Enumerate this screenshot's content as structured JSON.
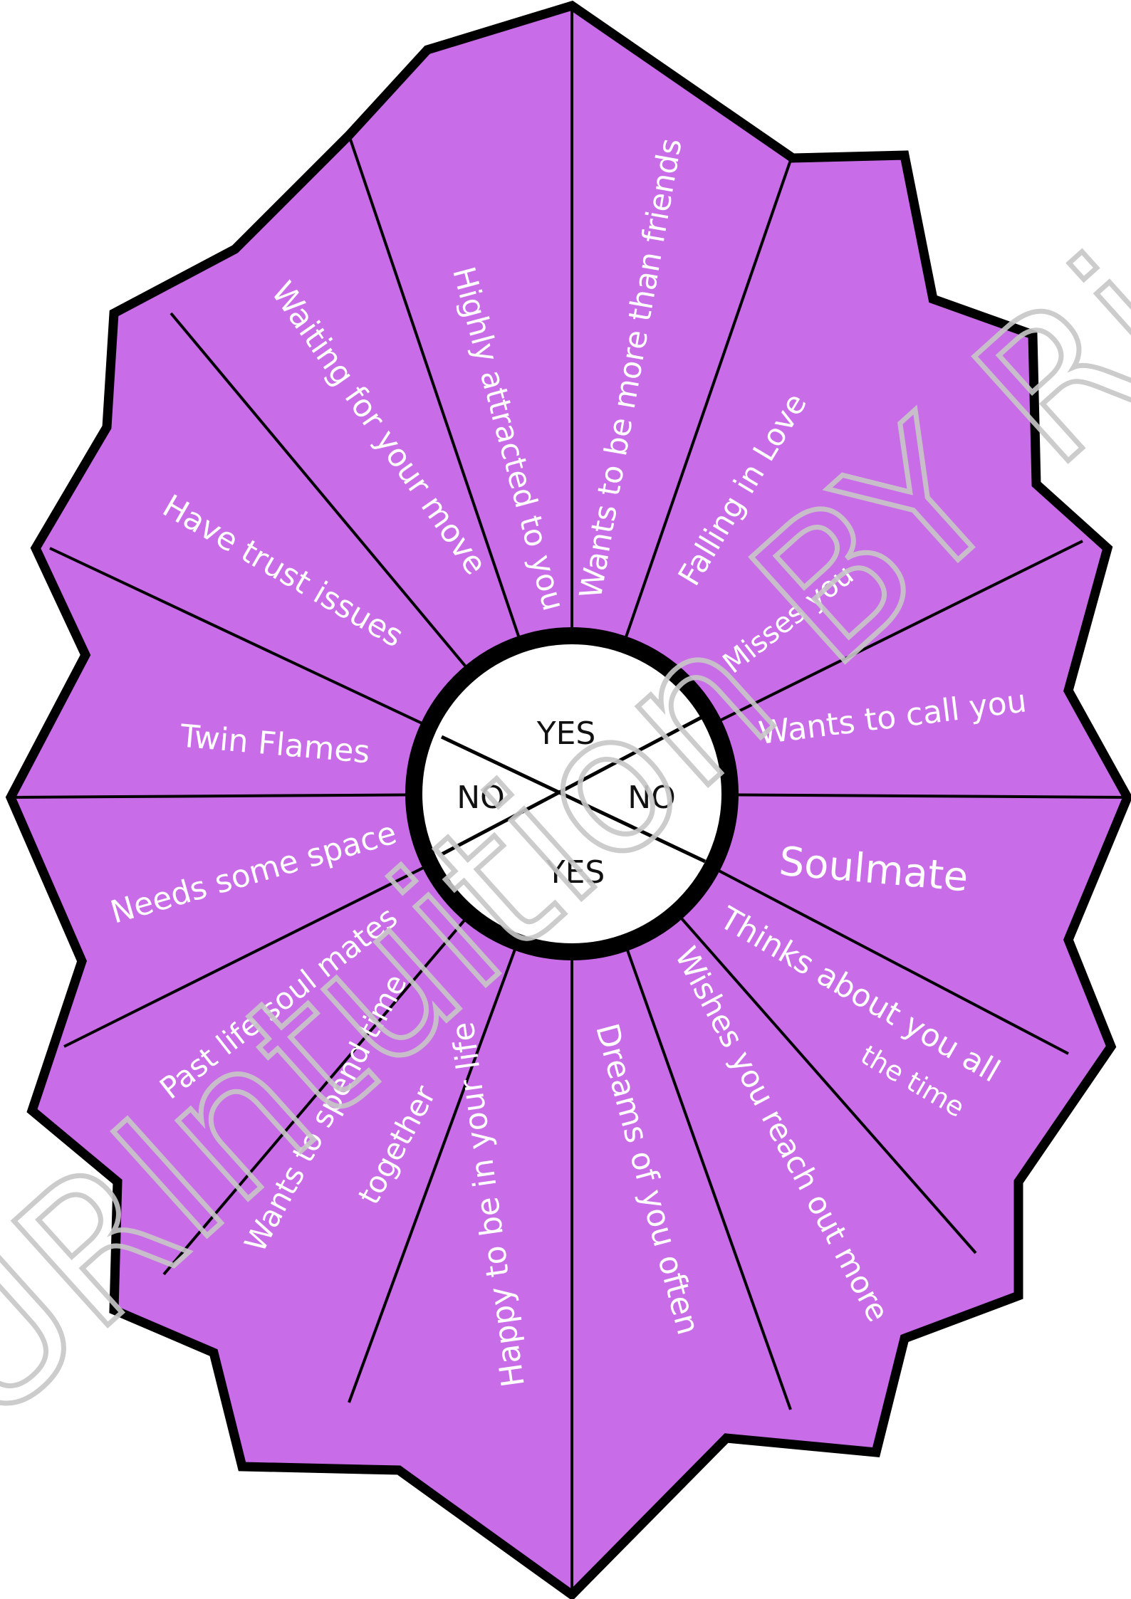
{
  "colors": {
    "segment_fill": "#c86ce8",
    "outline": "#000000",
    "label_text": "#ffffff",
    "center_fill": "#ffffff",
    "watermark": "#c7c7c7"
  },
  "wheel": {
    "segments": [
      {
        "label": "Highly attracted to you"
      },
      {
        "label": "Wants to be more than friends"
      },
      {
        "label": "Falling in Love"
      },
      {
        "label": "Misses you"
      },
      {
        "label": "Wants to call you"
      },
      {
        "label": "Soulmate"
      },
      {
        "label": "Thinks about you all"
      },
      {
        "label": "the time"
      },
      {
        "label": "Wishes you reach out more"
      },
      {
        "label": "Dreams of you often"
      },
      {
        "label": "Happy to be in your life"
      },
      {
        "label": "Wants to spend time"
      },
      {
        "label": "together"
      },
      {
        "label": "Past life soul mates"
      },
      {
        "label": "Needs some space"
      },
      {
        "label": "Twin Flames"
      },
      {
        "label": "Have trust issues"
      },
      {
        "label": "Waiting for your move"
      }
    ],
    "center": {
      "top": "YES",
      "bottom": "YES",
      "left": "NO",
      "right": "NO"
    }
  },
  "watermark": {
    "text": "URIntuition BY Ri"
  }
}
